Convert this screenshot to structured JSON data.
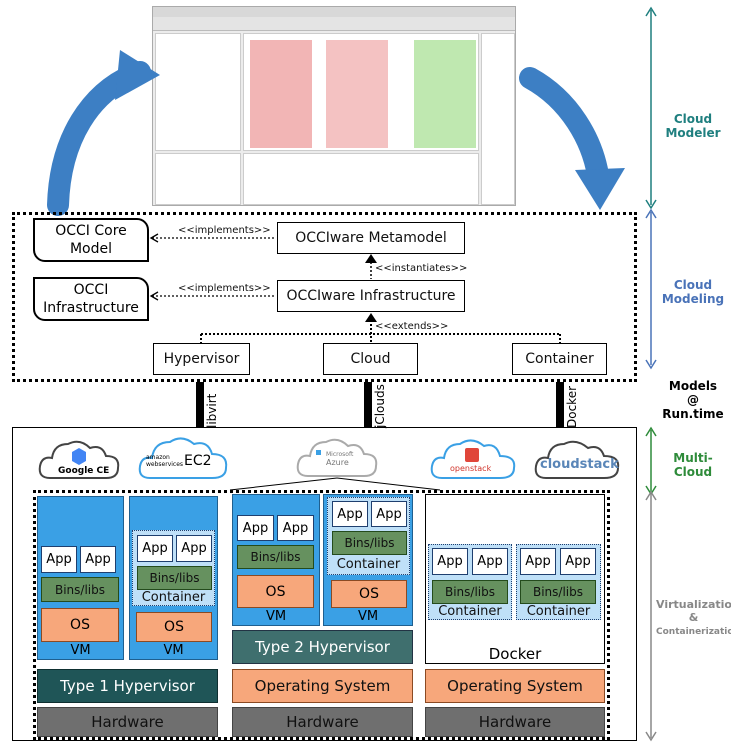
{
  "right_labels": {
    "cloud_modeler": [
      "Cloud",
      "Modeler"
    ],
    "cloud_modeling": [
      "Cloud",
      "Modeling"
    ],
    "models_runtime": [
      "Models",
      "@",
      "Run.time"
    ],
    "multi_cloud": "Multi-Cloud",
    "virtualization": [
      "Virtualization",
      "&",
      "Containerization"
    ]
  },
  "colors": {
    "teal": "#1f7f7f",
    "blue": "#4a73b8",
    "green": "#2e8b3a",
    "gray": "#888888",
    "vm_blue": "#3aa0e5",
    "hypervisor1": "#1f5557",
    "hypervisor2": "#3f6f6e",
    "os_orange": "#f7a77b",
    "bins_green": "#66915f",
    "hardware_gray": "#6f6f6f"
  },
  "modeling": {
    "occi_core": [
      "OCCI Core",
      "Model"
    ],
    "occi_infra": [
      "OCCI",
      "Infrastructure"
    ],
    "metamodel": "OCCIware Metamodel",
    "infrastructure": "OCCIware Infrastructure",
    "implements_1": "<<implements>>",
    "implements_2": "<<implements>>",
    "instantiates": "<<instantiates>>",
    "extends": "<<extends>>",
    "hypervisor": "Hypervisor",
    "cloud": "Cloud",
    "container": "Container"
  },
  "connectors": {
    "libvirt": "libvirt",
    "jclouds": "jClouds",
    "docker": "Docker"
  },
  "providers": {
    "google": "Google CE",
    "amazon_small": "amazon webservices",
    "amazon_ec2": "EC2",
    "azure_small": "Microsoft",
    "azure": "Azure",
    "openstack": "openstack",
    "cloudstack": "cloudstack"
  },
  "stack": {
    "app": "App",
    "bins": "Bins/libs",
    "os": "OS",
    "vm": "VM",
    "container": "Container",
    "type1": "Type 1 Hypervisor",
    "type2": "Type 2 Hypervisor",
    "operating_system": "Operating System",
    "docker": "Docker",
    "hardware": "Hardware"
  }
}
